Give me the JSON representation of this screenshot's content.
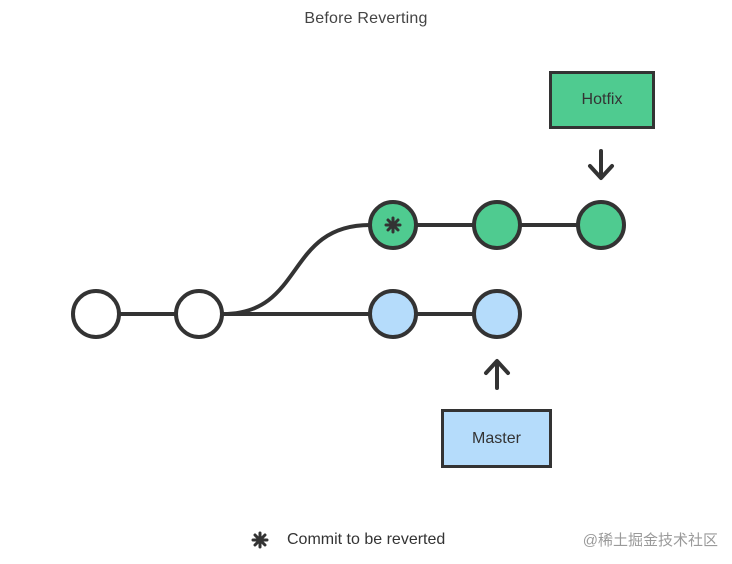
{
  "diagram": {
    "title": "Before Reverting",
    "labels": {
      "hotfix": "Hotfix",
      "master": "Master"
    },
    "legend": {
      "text": "Commit to be reverted",
      "icon": "asterisk-icon"
    },
    "colors": {
      "hotfix_fill": "#4fcb90",
      "master_fill": "#b5dcfb",
      "base_fill": "#ffffff",
      "stroke": "#333333"
    },
    "watermark": "@稀土掘金技术社区"
  }
}
